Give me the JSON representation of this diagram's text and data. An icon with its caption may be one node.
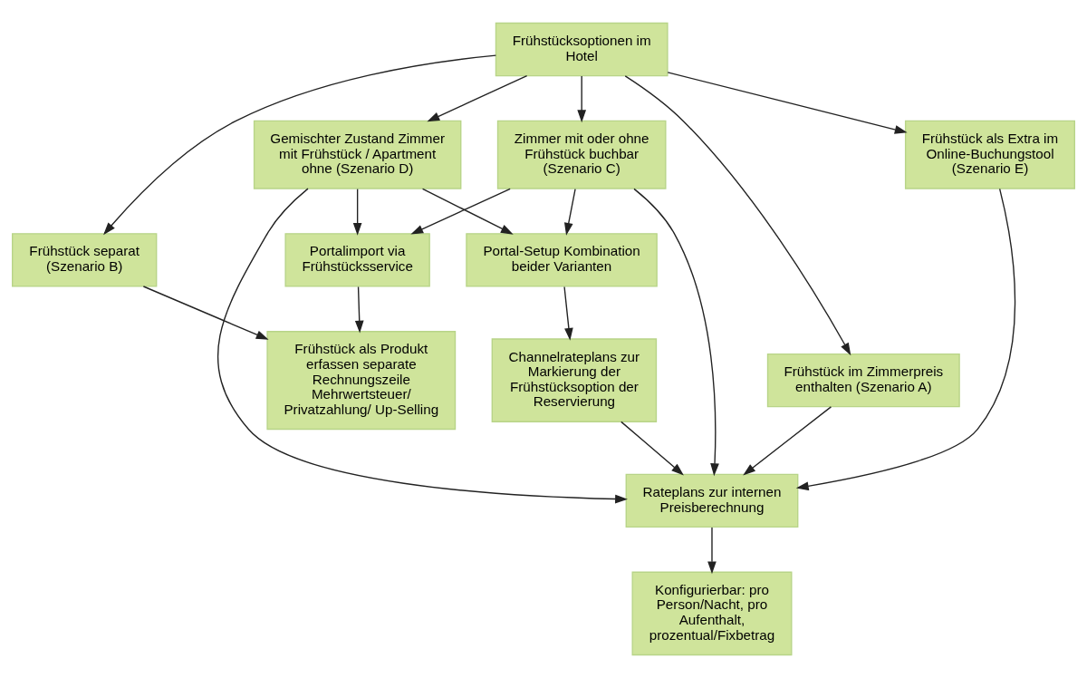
{
  "diagram": {
    "nodes": [
      {
        "text": [
          "Frühstücksoptionen im Hotel"
        ]
      },
      {
        "text": [
          "Zimmer mit oder ohne Frühstück buchbar (Szenario C)"
        ]
      },
      {
        "text": [
          "Gemischter Zustand Zimmer mit Frühstück / Apartment ohne (Szenario D)"
        ]
      },
      {
        "text": [
          "Frühstück separat (Szenario B)"
        ]
      },
      {
        "text": [
          "Portalimport via Frühstücksservice"
        ]
      },
      {
        "text": [
          "Portal-Setup Kombination beider Varianten"
        ]
      },
      {
        "text": [
          "Frühstück im Zimmerpreis enthalten (Szenario A)"
        ]
      },
      {
        "text": [
          "Frühstück als Produkt erfassen separate Rechnungszeile Mehrwertsteuer/ Privatzahlung/ Up-Selling"
        ]
      },
      {
        "text": [
          "Frühstück als Extra im Online-Buchungstool (Szenario E)"
        ]
      },
      {
        "text": [
          "Channelrateplans zur Markierung der Frühstücksoption der Reservierung"
        ]
      },
      {
        "text": [
          "Rateplans zur internen Preisberechnung"
        ]
      },
      {
        "text": [
          "Konfigurierbar: pro Person/Nacht, pro Aufenthalt, prozentual/Fixbetrag"
        ]
      }
    ],
    "edges": [
      {
        "from": 0,
        "to": 6,
        "arrow": "to"
      },
      {
        "from": 0,
        "to": 3,
        "arrow": "to"
      },
      {
        "from": 0,
        "to": 1,
        "arrow": "to"
      },
      {
        "from": 0,
        "to": 2,
        "arrow": "to"
      },
      {
        "from": 0,
        "to": 8,
        "arrow": "to"
      },
      {
        "from": 1,
        "to": 10,
        "arrow": "to"
      },
      {
        "from": 1,
        "to": 4,
        "arrow": "to"
      },
      {
        "from": 1,
        "to": 5,
        "arrow": "to"
      },
      {
        "from": 2,
        "to": 4,
        "arrow": "to"
      },
      {
        "from": 2,
        "to": 10,
        "arrow": "to"
      },
      {
        "from": 2,
        "to": 5,
        "arrow": "to"
      },
      {
        "from": 3,
        "to": 7,
        "arrow": "to"
      },
      {
        "from": 4,
        "to": 7,
        "arrow": "to"
      },
      {
        "from": 5,
        "to": 9,
        "arrow": "to"
      },
      {
        "from": 6,
        "to": 10,
        "arrow": "to"
      },
      {
        "from": 8,
        "to": 10,
        "arrow": "to"
      },
      {
        "from": 9,
        "to": 10,
        "arrow": "to"
      },
      {
        "from": 10,
        "to": 11,
        "arrow": "to"
      }
    ]
  }
}
